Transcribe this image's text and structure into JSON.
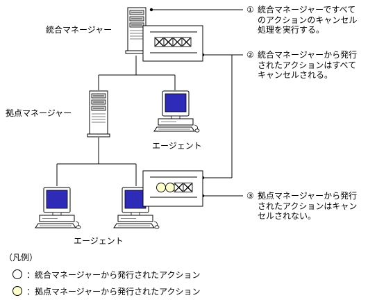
{
  "labels": {
    "integrated_manager": "統合マネージャー",
    "base_manager": "拠点マネージャー",
    "agent_right": "エージェント",
    "agent_bottom": "エージェント"
  },
  "notes": {
    "note1": {
      "num": "①",
      "lines": [
        "統合マネージャーですべて",
        "のアクションのキャンセル",
        "処理を実行する。"
      ]
    },
    "note2": {
      "num": "②",
      "lines": [
        "統合マネージャーから発行",
        "されたアクションはすべて",
        "キャンセルされる。"
      ]
    },
    "note3": {
      "num": "③",
      "lines": [
        "拠点マネージャーから発行",
        "されたアクションはキャン",
        "セルされない。"
      ]
    }
  },
  "legend": {
    "title": "（凡例）",
    "items": [
      {
        "text": "：統合マネージャーから発行されたアクション",
        "color": "#ffffff"
      },
      {
        "text": "：拠点マネージャーから発行されたアクション",
        "color": "#ffffcc"
      }
    ]
  },
  "colors": {
    "monitor_screen": "#2d2bb8",
    "base_action": "#ffffcc",
    "line": "#000000"
  },
  "icons": [
    "server-icon",
    "monitor-icon",
    "cancel-mark-icon"
  ]
}
